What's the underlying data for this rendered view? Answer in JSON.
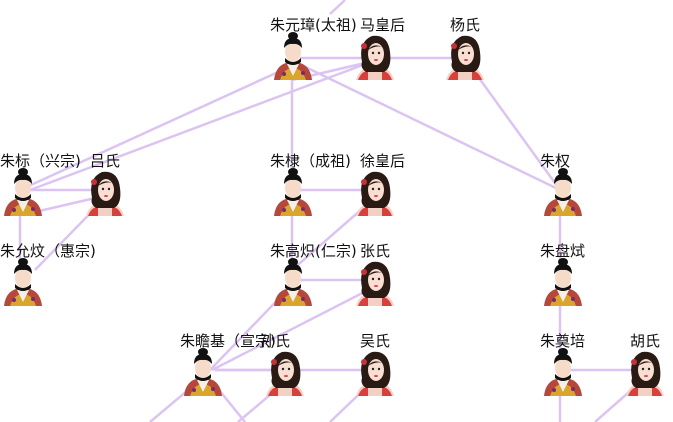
{
  "line_color": "#dcc4f2",
  "people": [
    {
      "id": "zhu-yuanzhang",
      "name": "朱元璋(太祖)",
      "gender": "male"
    },
    {
      "id": "ma-huanghou",
      "name": "马皇后",
      "gender": "female"
    },
    {
      "id": "yang-shi",
      "name": "杨氏",
      "gender": "female"
    },
    {
      "id": "zhu-biao",
      "name": "朱标（兴宗)",
      "gender": "male"
    },
    {
      "id": "lv-shi",
      "name": "吕氏",
      "gender": "female"
    },
    {
      "id": "zhu-di",
      "name": "朱棣（成祖)",
      "gender": "male"
    },
    {
      "id": "xu-huanghou",
      "name": "徐皇后",
      "gender": "female"
    },
    {
      "id": "zhu-quan",
      "name": "朱权",
      "gender": "male"
    },
    {
      "id": "zhu-yunwen",
      "name": "朱允炆（惠宗)",
      "gender": "male"
    },
    {
      "id": "zhu-gaochi",
      "name": "朱高炽(仁宗)",
      "gender": "male"
    },
    {
      "id": "zhang-shi",
      "name": "张氏",
      "gender": "female"
    },
    {
      "id": "zhu-panshi",
      "name": "朱盘烒",
      "gender": "male"
    },
    {
      "id": "zhu-zhanji",
      "name": "朱瞻基（宣宗)",
      "gender": "male"
    },
    {
      "id": "sun-shi",
      "name": "孙氏",
      "gender": "female"
    },
    {
      "id": "wu-shi",
      "name": "吴氏",
      "gender": "female"
    },
    {
      "id": "zhu-dianpei",
      "name": "朱奠培",
      "gender": "male"
    },
    {
      "id": "hu-shi",
      "name": "胡氏",
      "gender": "female"
    }
  ]
}
